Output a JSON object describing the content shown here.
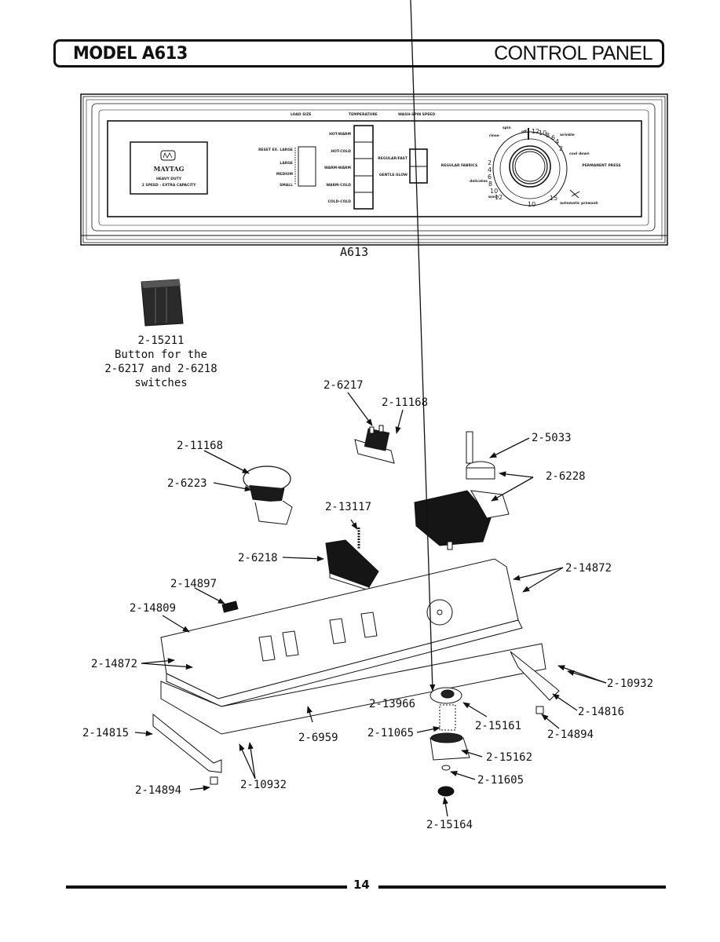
{
  "header": {
    "model": "MODEL A613",
    "section_title": "CONTROL PANEL"
  },
  "panel": {
    "caption": "A613",
    "brand": "MAYTAG",
    "badge_line1": "HEAVY DUTY",
    "badge_line2": "2 SPEED - EXTRA CAPACITY",
    "group_labels": [
      "LOAD SIZE",
      "TEMPERATURE",
      "WASH-SPIN SPEED"
    ],
    "load_size_options": [
      "RESET EX. LARGE",
      "LARGE",
      "MEDIUM",
      "SMALL"
    ],
    "temperature_options": [
      "HOT-WARM",
      "HOT-COLD",
      "WARM-WARM",
      "WARM-COLD",
      "COLD-COLD"
    ],
    "speed_options": [
      "REGULAR/FAST",
      "GENTLE-SLOW"
    ],
    "cycle_labels": {
      "regular": "REGULAR FABRICS",
      "permanent": "PERMANENT PRESS",
      "rinse": "rinse",
      "spin": "spin",
      "off": "off",
      "wash": "wash",
      "delicates": "delicates",
      "cool_down": "cool down",
      "wrinkle": "wrinkle",
      "automatic_prewash": "automatic prewash"
    },
    "dial_numbers_left": [
      "2",
      "4",
      "6",
      "8",
      "10",
      "12"
    ],
    "dial_numbers_top": [
      "12",
      "10",
      "8",
      "6",
      "4",
      "2"
    ],
    "dial_number_bottom": "10",
    "dial_number_right": "15"
  },
  "button_part": {
    "part_number": "2-15211",
    "description_lines": [
      "Button for the",
      "2-6217 and 2-6218",
      "switches"
    ]
  },
  "callouts": [
    {
      "id": "c1",
      "label": "2-6217"
    },
    {
      "id": "c2",
      "label": "2-11168"
    },
    {
      "id": "c3",
      "label": "2-11168"
    },
    {
      "id": "c4",
      "label": "2-5033"
    },
    {
      "id": "c5",
      "label": "2-6223"
    },
    {
      "id": "c6",
      "label": "2-6228"
    },
    {
      "id": "c7",
      "label": "2-13117"
    },
    {
      "id": "c8",
      "label": "2-6218"
    },
    {
      "id": "c9",
      "label": "2-14872"
    },
    {
      "id": "c10",
      "label": "2-14897"
    },
    {
      "id": "c11",
      "label": "2-14809"
    },
    {
      "id": "c12",
      "label": "2-14872"
    },
    {
      "id": "c13",
      "label": "2-10932"
    },
    {
      "id": "c14",
      "label": "2-13966"
    },
    {
      "id": "c15",
      "label": "2-15161"
    },
    {
      "id": "c16",
      "label": "2-14816"
    },
    {
      "id": "c17",
      "label": "2-14815"
    },
    {
      "id": "c18",
      "label": "2-6959"
    },
    {
      "id": "c19",
      "label": "2-11065"
    },
    {
      "id": "c20",
      "label": "2-14894"
    },
    {
      "id": "c21",
      "label": "2-15162"
    },
    {
      "id": "c22",
      "label": "2-14894"
    },
    {
      "id": "c23",
      "label": "2-10932"
    },
    {
      "id": "c24",
      "label": "2-11605"
    },
    {
      "id": "c25",
      "label": "2-15164"
    }
  ],
  "footer": {
    "page_number": "14"
  }
}
